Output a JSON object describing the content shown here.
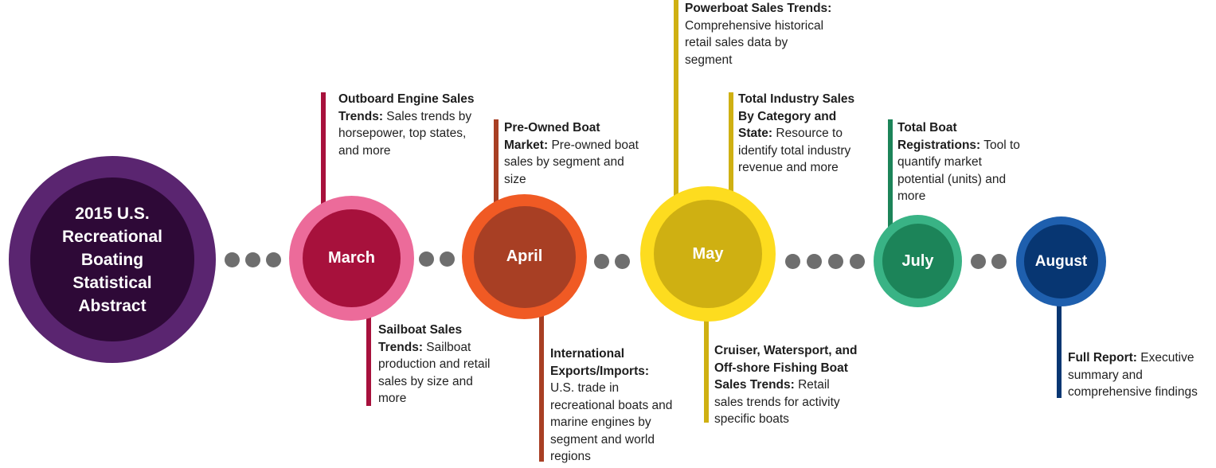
{
  "title": "2015 U.S. Recreational Boating Statistical Abstract",
  "months": [
    {
      "key": "march",
      "label": "March",
      "outer": "#ec6b9a",
      "inner": "#a7113c"
    },
    {
      "key": "april",
      "label": "April",
      "outer": "#f05a24",
      "inner": "#a83f24"
    },
    {
      "key": "may",
      "label": "May",
      "outer": "#fddc1f",
      "inner": "#cfb012"
    },
    {
      "key": "july",
      "label": "July",
      "outer": "#39b385",
      "inner": "#1c8459"
    },
    {
      "key": "august",
      "label": "August",
      "outer": "#1e5fae",
      "inner": "#073672"
    }
  ],
  "title_colors": {
    "outer": "#5a2570",
    "inner": "#2e0937"
  },
  "dot_color": "#6e6e6e",
  "notes": {
    "outboard": {
      "head": "Outboard Engine Sales Trends:",
      "body": "Sales trends by horsepower, top states, and more",
      "color": "#a7113c"
    },
    "sailboat": {
      "head": "Sailboat Sales Trends:",
      "body": "Sailboat production and retail sales by size and more",
      "color": "#a7113c"
    },
    "preowned": {
      "head": "Pre-Owned Boat Market:",
      "body": "Pre-owned boat sales by segment and size",
      "color": "#a83f24"
    },
    "international": {
      "head": "International Exports/Imports:",
      "body": "U.S. trade in recreational boats and marine engines by segment and world regions",
      "color": "#a83f24"
    },
    "powerboat": {
      "head": "Powerboat Sales Trends:",
      "body": "Comprehensive historical retail sales data by segment",
      "color": "#cfb012"
    },
    "totalindustry": {
      "head": "Total Industry Sales By Category and State:",
      "body": "Resource to identify total industry revenue and more",
      "color": "#cfb012"
    },
    "cruiser": {
      "head": "Cruiser, Watersport, and Off-shore Fishing Boat Sales Trends:",
      "body": "Retail sales trends for activity specific boats",
      "color": "#cfb012"
    },
    "registrations": {
      "head": "Total Boat Registrations:",
      "body": "Tool to quantify market potential (units) and more",
      "color": "#1c8459"
    },
    "fullreport": {
      "head": "Full Report:",
      "body": "Executive summary and comprehensive findings",
      "color": "#073672"
    }
  }
}
